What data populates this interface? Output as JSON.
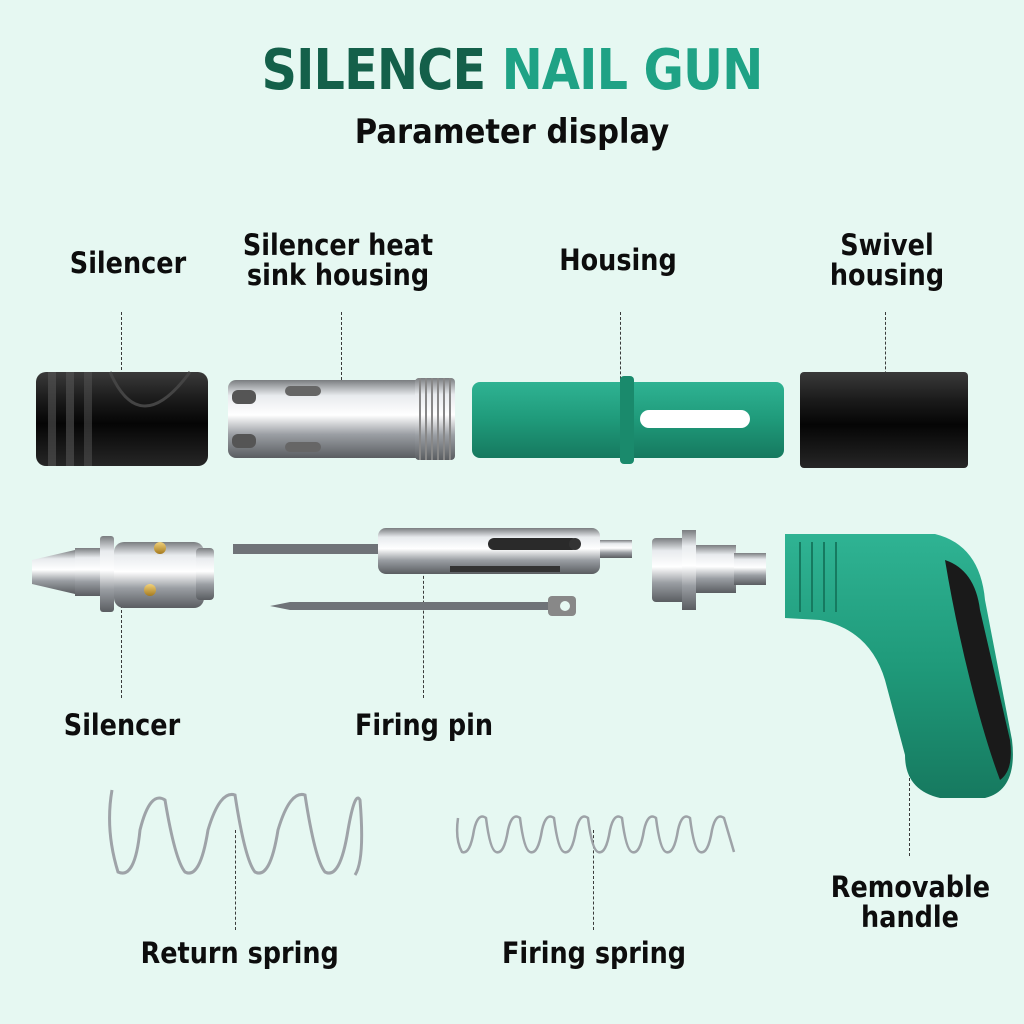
{
  "header": {
    "title_part1": "SILENCE ",
    "title_part2": "NAIL GUN",
    "subtitle": "Parameter display"
  },
  "labels": {
    "silencer_top": "Silencer",
    "heat_sink_line1": "Silencer heat",
    "heat_sink_line2": "sink housing",
    "housing": "Housing",
    "swivel_line1": "Swivel",
    "swivel_line2": "housing",
    "silencer_bottom": "Silencer",
    "firing_pin": "Firing pin",
    "removable_line1": "Removable",
    "removable_line2": "handle",
    "return_spring": "Return spring",
    "firing_spring": "Firing spring"
  },
  "colors": {
    "background": "#e6f8f2",
    "title_dark": "#14604a",
    "title_light": "#1fa285",
    "accent_green": "#1f9a7a",
    "black_part": "#111111"
  }
}
